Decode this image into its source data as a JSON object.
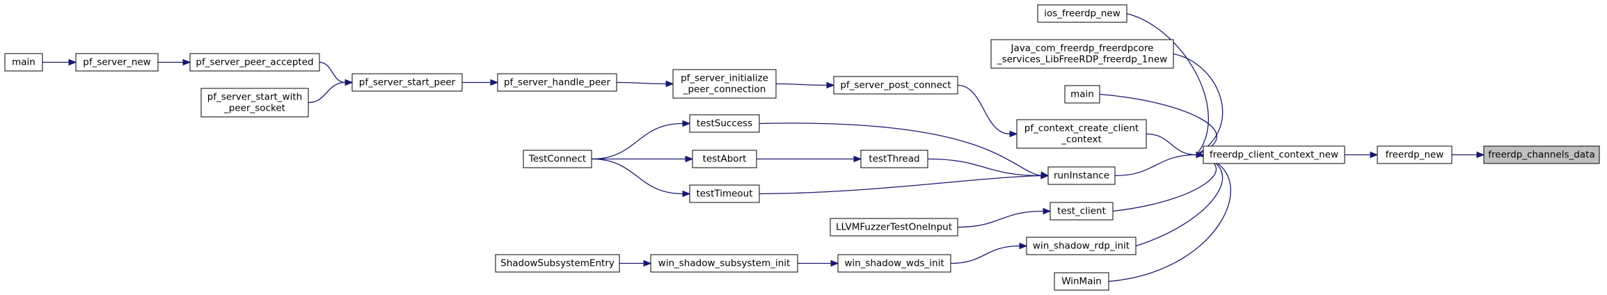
{
  "graph": {
    "nodes": [
      {
        "id": "freerdp_channels_data",
        "lines": [
          "freerdp_channels_data"
        ],
        "current": true
      },
      {
        "id": "freerdp_new",
        "lines": [
          "freerdp_new"
        ]
      },
      {
        "id": "freerdp_client_context_new",
        "lines": [
          "freerdp_client_context_new"
        ]
      },
      {
        "id": "ios_freerdp_new",
        "lines": [
          "ios_freerdp_new"
        ]
      },
      {
        "id": "java_freerdp_new",
        "lines": [
          "Java_com_freerdp_freerdpcore",
          "_services_LibFreeRDP_freerdp_1new"
        ]
      },
      {
        "id": "main_right",
        "lines": [
          "main"
        ]
      },
      {
        "id": "pf_context_create_client_context",
        "lines": [
          "pf_context_create_client",
          "_context"
        ]
      },
      {
        "id": "runInstance",
        "lines": [
          "runInstance"
        ]
      },
      {
        "id": "test_client",
        "lines": [
          "test_client"
        ]
      },
      {
        "id": "win_shadow_rdp_init",
        "lines": [
          "win_shadow_rdp_init"
        ]
      },
      {
        "id": "WinMain",
        "lines": [
          "WinMain"
        ]
      },
      {
        "id": "pf_server_post_connect",
        "lines": [
          "pf_server_post_connect"
        ]
      },
      {
        "id": "pf_server_initialize_peer_connection",
        "lines": [
          "pf_server_initialize",
          "_peer_connection"
        ]
      },
      {
        "id": "pf_server_handle_peer",
        "lines": [
          "pf_server_handle_peer"
        ]
      },
      {
        "id": "pf_server_start_peer",
        "lines": [
          "pf_server_start_peer"
        ]
      },
      {
        "id": "pf_server_peer_accepted",
        "lines": [
          "pf_server_peer_accepted"
        ]
      },
      {
        "id": "pf_server_start_with_peer_socket",
        "lines": [
          "pf_server_start_with",
          "_peer_socket"
        ]
      },
      {
        "id": "pf_server_new",
        "lines": [
          "pf_server_new"
        ]
      },
      {
        "id": "main_left",
        "lines": [
          "main"
        ]
      },
      {
        "id": "testSuccess",
        "lines": [
          "testSuccess"
        ]
      },
      {
        "id": "testAbort",
        "lines": [
          "testAbort"
        ]
      },
      {
        "id": "testTimeout",
        "lines": [
          "testTimeout"
        ]
      },
      {
        "id": "testThread",
        "lines": [
          "testThread"
        ]
      },
      {
        "id": "TestConnect",
        "lines": [
          "TestConnect"
        ]
      },
      {
        "id": "LLVMFuzzerTestOneInput",
        "lines": [
          "LLVMFuzzerTestOneInput"
        ]
      },
      {
        "id": "win_shadow_wds_init",
        "lines": [
          "win_shadow_wds_init"
        ]
      },
      {
        "id": "win_shadow_subsystem_init",
        "lines": [
          "win_shadow_subsystem_init"
        ]
      },
      {
        "id": "ShadowSubsystemEntry",
        "lines": [
          "ShadowSubsystemEntry"
        ]
      }
    ],
    "edges": [
      {
        "from": "freerdp_channels_data",
        "to": "freerdp_new"
      },
      {
        "from": "freerdp_new",
        "to": "freerdp_client_context_new"
      },
      {
        "from": "freerdp_client_context_new",
        "to": "ios_freerdp_new"
      },
      {
        "from": "freerdp_client_context_new",
        "to": "java_freerdp_new"
      },
      {
        "from": "freerdp_client_context_new",
        "to": "main_right"
      },
      {
        "from": "freerdp_client_context_new",
        "to": "pf_context_create_client_context"
      },
      {
        "from": "freerdp_client_context_new",
        "to": "runInstance"
      },
      {
        "from": "freerdp_client_context_new",
        "to": "test_client"
      },
      {
        "from": "freerdp_client_context_new",
        "to": "win_shadow_rdp_init"
      },
      {
        "from": "freerdp_client_context_new",
        "to": "WinMain"
      },
      {
        "from": "pf_context_create_client_context",
        "to": "pf_server_post_connect"
      },
      {
        "from": "pf_server_post_connect",
        "to": "pf_server_initialize_peer_connection"
      },
      {
        "from": "pf_server_initialize_peer_connection",
        "to": "pf_server_handle_peer"
      },
      {
        "from": "pf_server_handle_peer",
        "to": "pf_server_start_peer"
      },
      {
        "from": "pf_server_start_peer",
        "to": "pf_server_peer_accepted"
      },
      {
        "from": "pf_server_start_peer",
        "to": "pf_server_start_with_peer_socket"
      },
      {
        "from": "pf_server_peer_accepted",
        "to": "pf_server_new"
      },
      {
        "from": "pf_server_new",
        "to": "main_left"
      },
      {
        "from": "runInstance",
        "to": "testSuccess"
      },
      {
        "from": "runInstance",
        "to": "testThread"
      },
      {
        "from": "runInstance",
        "to": "testTimeout"
      },
      {
        "from": "testThread",
        "to": "testAbort"
      },
      {
        "from": "testSuccess",
        "to": "TestConnect"
      },
      {
        "from": "testAbort",
        "to": "TestConnect"
      },
      {
        "from": "testTimeout",
        "to": "TestConnect"
      },
      {
        "from": "test_client",
        "to": "LLVMFuzzerTestOneInput"
      },
      {
        "from": "win_shadow_rdp_init",
        "to": "win_shadow_wds_init"
      },
      {
        "from": "win_shadow_wds_init",
        "to": "win_shadow_subsystem_init"
      },
      {
        "from": "win_shadow_subsystem_init",
        "to": "ShadowSubsystemEntry"
      }
    ]
  }
}
